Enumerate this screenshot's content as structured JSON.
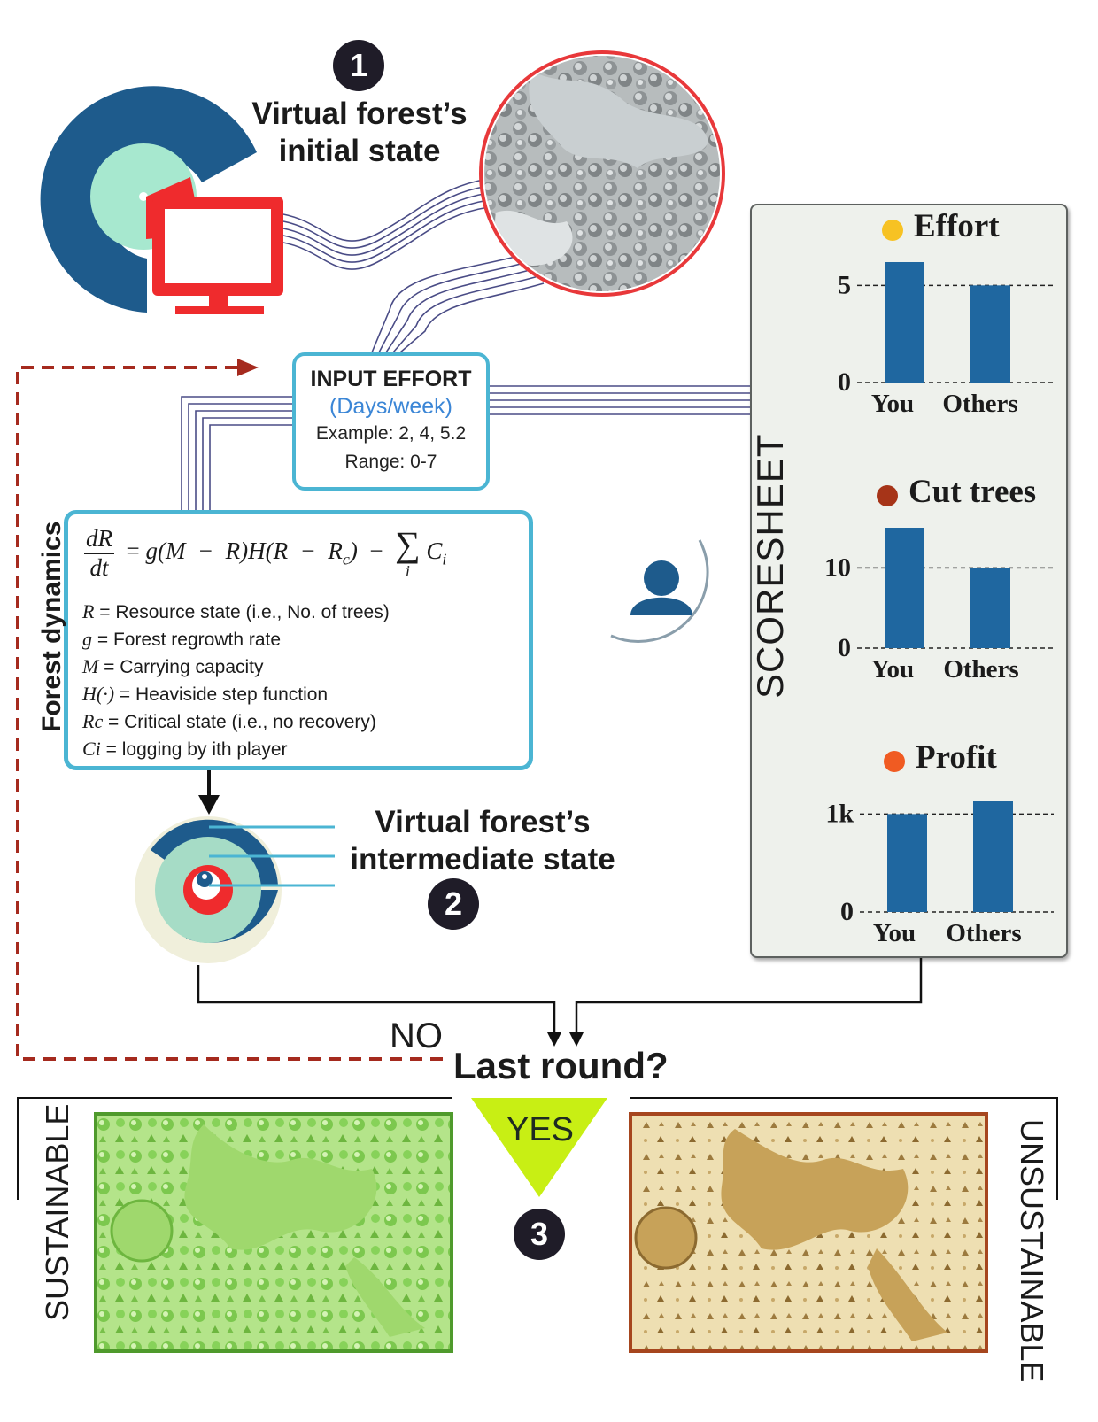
{
  "step1": {
    "badge": "1",
    "title_line1": "Virtual forest’s",
    "title_line2": "initial state"
  },
  "step2": {
    "badge": "2",
    "title_line1": "Virtual forest’s",
    "title_line2": "intermediate state"
  },
  "step3": {
    "badge": "3"
  },
  "input_box": {
    "title": "INPUT EFFORT",
    "unit": "(Days/week)",
    "example": "Example: 2, 4, 5.2",
    "range": "Range: 0-7"
  },
  "equation": {
    "definitions": [
      {
        "symbol": "R",
        "text": "= Resource state (i.e., No. of trees)"
      },
      {
        "symbol": "g",
        "text": "= Forest regrowth rate"
      },
      {
        "symbol": "M",
        "text": "= Carrying capacity"
      },
      {
        "symbol": "H(·)",
        "text": "= Heaviside step function"
      },
      {
        "symbol": "Rc",
        "text": "= Critical state (i.e., no recovery)"
      },
      {
        "symbol": "Ci",
        "text": "= logging by ith player"
      }
    ]
  },
  "side_label": "Forest dynamics",
  "scoresheet": {
    "title": "SCORESHEET",
    "colors": {
      "bar": "#1f67a0",
      "effort_dot": "#f7c223",
      "cut_dot": "#a63418",
      "profit_dot": "#f05b22"
    }
  },
  "chart_data": [
    {
      "type": "bar",
      "title": "Effort",
      "categories": [
        "You",
        "Others"
      ],
      "values": [
        6.2,
        5
      ],
      "yticks": [
        "0",
        "5"
      ],
      "ytick_values": [
        0,
        5
      ],
      "ylim": [
        0,
        6.2
      ]
    },
    {
      "type": "bar",
      "title": "Cut trees",
      "categories": [
        "You",
        "Others"
      ],
      "values": [
        15,
        10
      ],
      "yticks": [
        "0",
        "10"
      ],
      "ytick_values": [
        0,
        10
      ],
      "ylim": [
        0,
        15
      ]
    },
    {
      "type": "bar",
      "title": "Profit",
      "categories": [
        "You",
        "Others"
      ],
      "values": [
        1000,
        1130
      ],
      "yticks": [
        "0",
        "1k"
      ],
      "ytick_values": [
        0,
        1000
      ],
      "ylim": [
        0,
        1130
      ]
    }
  ],
  "decision": {
    "question": "Last round?",
    "no": "NO",
    "yes": "YES"
  },
  "outcomes": {
    "left": "SUSTAINABLE",
    "right": "UNSUSTAINABLE"
  }
}
